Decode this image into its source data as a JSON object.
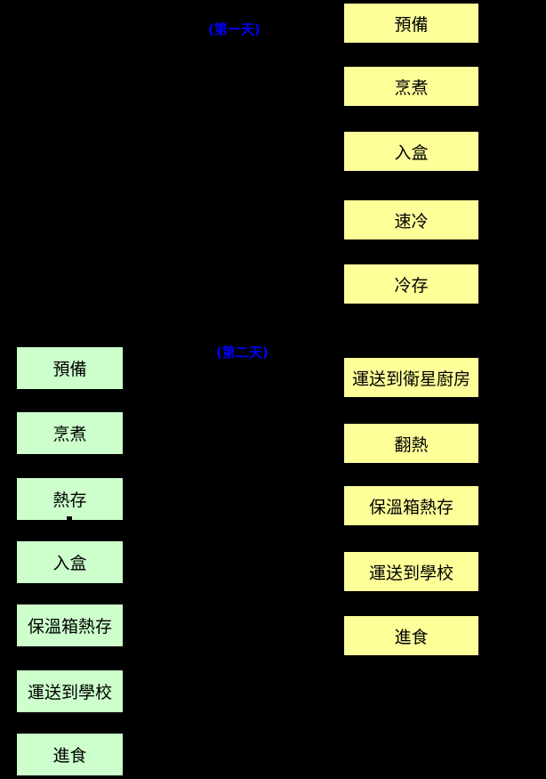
{
  "labels": {
    "day1": "(第一天)",
    "day2": "(第二天)"
  },
  "colors": {
    "background": "#000000",
    "day_label_text": "#0000FF",
    "right_column_box_fill": "#FFFF99",
    "left_column_box_fill": "#CCFFCC",
    "box_text": "#000000"
  },
  "right_column": {
    "steps": [
      "預備",
      "烹煮",
      "入盒",
      "速冷",
      "冷存",
      "運送到衛星廚房",
      "翻熱",
      "保溫箱熱存",
      "運送到學校",
      "進食"
    ]
  },
  "left_column": {
    "steps": [
      "預備",
      "烹煮",
      "熱存",
      "入盒",
      "保溫箱熱存",
      "運送到學校",
      "進食"
    ]
  }
}
